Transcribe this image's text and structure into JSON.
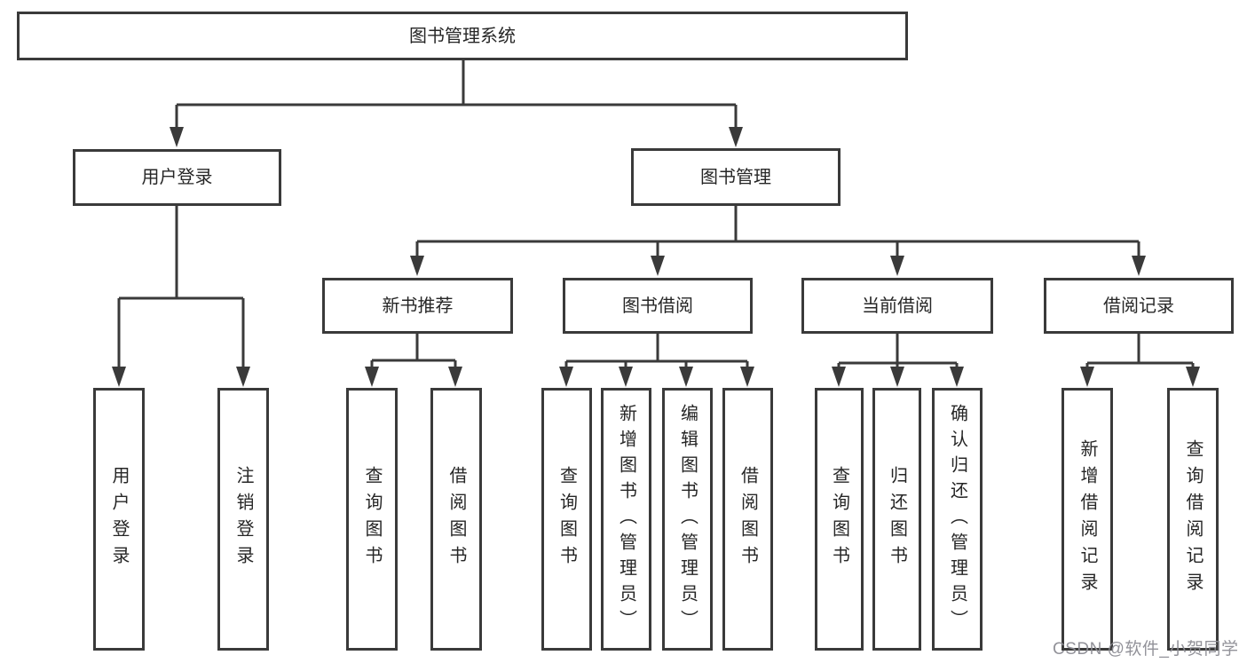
{
  "diagram_title": "图书管理系统",
  "colors": {
    "line": "#3a3a3a",
    "box_border": "#3a3a3a",
    "box_fill": "#ffffff",
    "text": "#262626",
    "watermark": "#8c8c94",
    "background": "#ffffff"
  },
  "tree": {
    "label": "图书管理系统",
    "children": [
      {
        "label": "用户登录",
        "children": [
          {
            "label": "用户登录"
          },
          {
            "label": "注销登录"
          }
        ]
      },
      {
        "label": "图书管理",
        "children": [
          {
            "label": "新书推荐",
            "children": [
              {
                "label": "查询图书"
              },
              {
                "label": "借阅图书"
              }
            ]
          },
          {
            "label": "图书借阅",
            "children": [
              {
                "label": "查询图书"
              },
              {
                "label": "新增图书（管理员）"
              },
              {
                "label": "编辑图书（管理员）"
              },
              {
                "label": "借阅图书"
              }
            ]
          },
          {
            "label": "当前借阅",
            "children": [
              {
                "label": "查询图书"
              },
              {
                "label": "归还图书"
              },
              {
                "label": "确认归还（管理员）"
              }
            ]
          },
          {
            "label": "借阅记录",
            "children": [
              {
                "label": "新增借阅记录"
              },
              {
                "label": "查询借阅记录"
              }
            ]
          }
        ]
      }
    ]
  },
  "watermark": {
    "text": "CSDN @软件_小贺同学"
  }
}
